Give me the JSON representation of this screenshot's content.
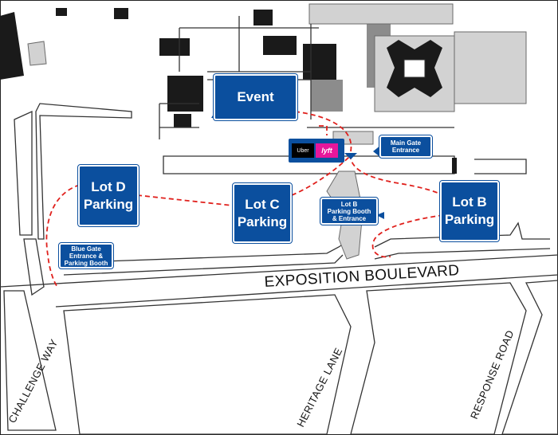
{
  "streets": {
    "exposition": "EXPOSITION BOULEVARD",
    "challenge": "CHALLENGE WAY",
    "heritage": "HERITAGE LANE",
    "response": "RESPONSE ROAD"
  },
  "labels": {
    "event": "Event",
    "lot_d_1": "Lot D",
    "lot_d_2": "Parking",
    "lot_c_1": "Lot C",
    "lot_c_2": "Parking",
    "lot_b_1": "Lot B",
    "lot_b_2": "Parking",
    "blue_gate_1": "Blue Gate",
    "blue_gate_2": "Entrance &",
    "blue_gate_3": "Parking Booth",
    "lot_b_booth_1": "Lot B",
    "lot_b_booth_2": "Parking Booth",
    "lot_b_booth_3": "& Entrance",
    "main_gate_1": "Main Gate",
    "main_gate_2": "Entrance"
  },
  "rideshare": {
    "uber": "Uber",
    "lyft": "lyft"
  },
  "colors": {
    "label_blue": "#0b4f9e",
    "walk_route": "#e0201c",
    "lyft_pink": "#e7169b"
  }
}
